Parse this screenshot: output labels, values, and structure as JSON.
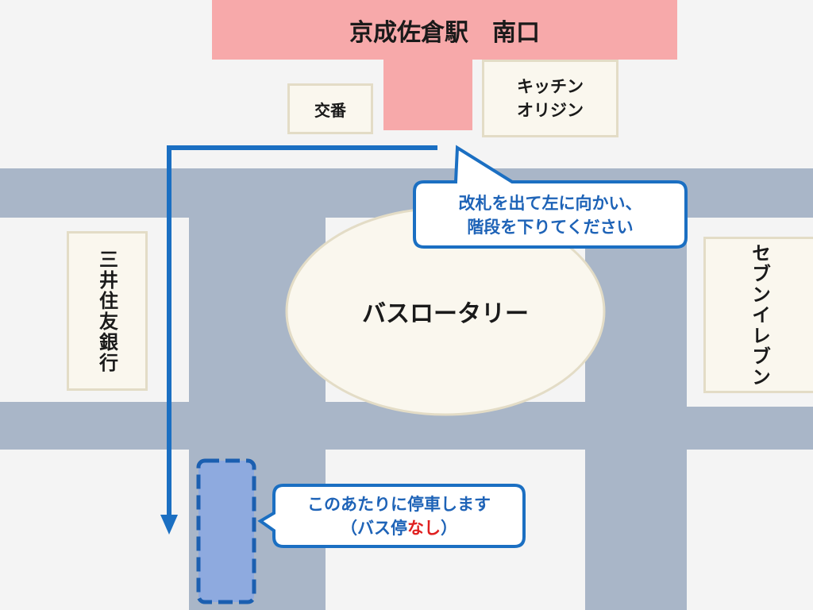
{
  "station": {
    "name": "京成佐倉駅　南口"
  },
  "buildings": {
    "police_box": "交番",
    "kitchen_origin": [
      "キッチン",
      "オリジン"
    ],
    "mitsui_bank": "三井住友銀行",
    "seven_eleven": "セブンイレブン"
  },
  "rotary": {
    "label": "バスロータリー"
  },
  "callout_top": {
    "line1": "改札を出て左に向かい、",
    "line2": "階段を下りてください"
  },
  "callout_bottom": {
    "line1": "このあたりに停車します",
    "line2_prefix": "（バス停",
    "line2_emph": "なし",
    "line2_suffix": "）"
  },
  "colors": {
    "road": "#a9b6c8",
    "station": "#f7a9aa",
    "route_arrow": "#1b6fc2",
    "bubble_border": "#1b6fc2",
    "stop_fill": "#8eaadf",
    "stop_border": "#1b5fb0",
    "emphasis": "#e02020"
  }
}
